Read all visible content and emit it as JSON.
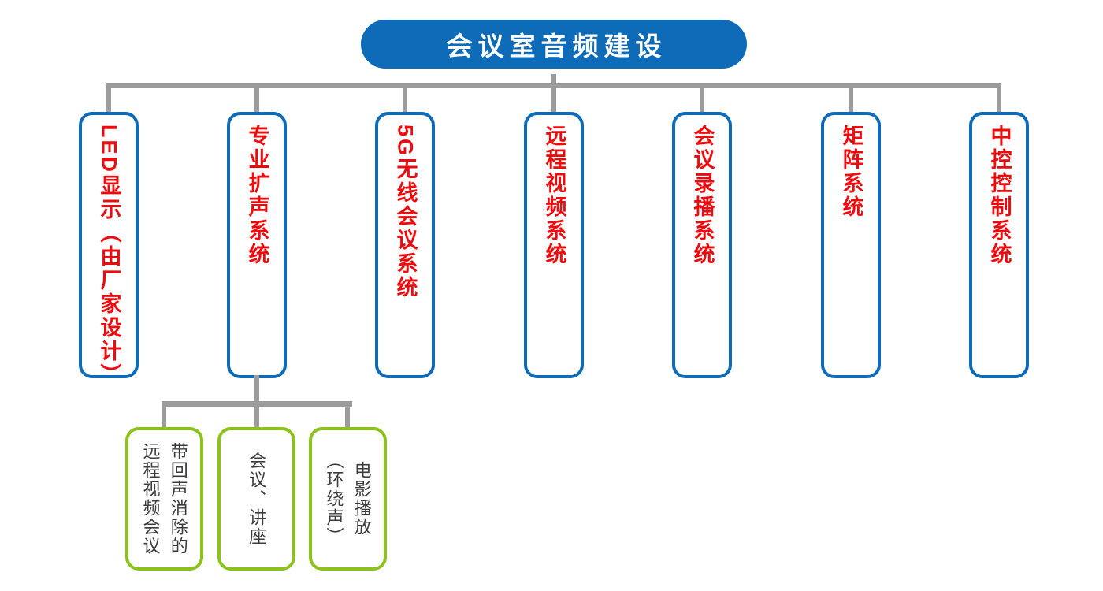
{
  "root": {
    "title": "会议室音频建设"
  },
  "branches": [
    {
      "label": "LED显示（由厂家设计）"
    },
    {
      "label": "专业扩声系统"
    },
    {
      "label": "5G无线会议系统"
    },
    {
      "label": "远程视频系统"
    },
    {
      "label": "会议录播系统"
    },
    {
      "label": "矩阵系统"
    },
    {
      "label": "中控控制系统"
    }
  ],
  "sub_branches": [
    {
      "lines": [
        "带回声消除的",
        "远程视频会议"
      ]
    },
    {
      "lines": [
        "会议、讲座"
      ]
    },
    {
      "lines": [
        "电影播放",
        "（环绕声）"
      ]
    }
  ],
  "colors": {
    "brand_blue": "#0e6bb8",
    "accent_red": "#ee0b0e",
    "connector_gray": "#9c9c9c",
    "sub_green": "#8cc21c",
    "sub_text": "#3c3c3c"
  }
}
